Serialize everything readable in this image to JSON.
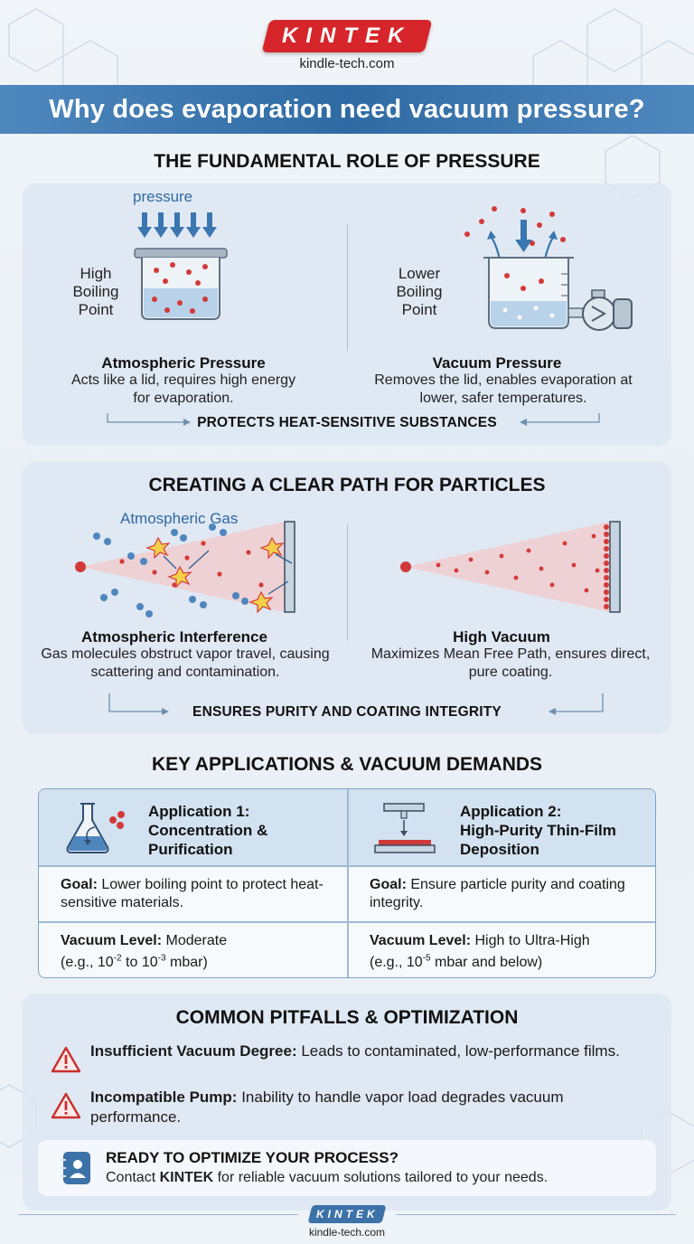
{
  "header": {
    "brand": "KINTEK",
    "site": "kindle-tech.com",
    "title": "Why does evaporation need vacuum pressure?"
  },
  "pressure_section": {
    "title": "THE FUNDAMENTAL ROLE OF PRESSURE",
    "pressure_label": "pressure",
    "left": {
      "label": "High\nBoiling\nPoint",
      "heading": "Atmospheric Pressure",
      "desc": "Acts like a lid, requires high energy for evaporation."
    },
    "right": {
      "label": "Lower\nBoiling\nPoint",
      "heading": "Vacuum Pressure",
      "desc": "Removes the lid, enables evaporation at lower, safer temperatures."
    },
    "callout": "PROTECTS HEAT-SENSITIVE SUBSTANCES"
  },
  "path_section": {
    "title": "CREATING A CLEAR PATH FOR PARTICLES",
    "gas_label": "Atmospheric Gas",
    "left": {
      "heading": "Atmospheric Interference",
      "desc": "Gas molecules obstruct vapor travel, causing scattering and contamination."
    },
    "right": {
      "heading": "High Vacuum",
      "desc": "Maximizes Mean Free Path, ensures direct, pure coating."
    },
    "callout": "ENSURES PURITY AND COATING INTEGRITY"
  },
  "applications": {
    "title": "KEY APPLICATIONS & VACUUM DEMANDS",
    "app1": {
      "heading": "Application 1:\nConcentration &\nPurification",
      "goal_label": "Goal:",
      "goal": " Lower boiling point to protect heat-sensitive materials.",
      "vac_label": "Vacuum Level:",
      "vac_value": " Moderate",
      "vac_detail_pre": "(e.g., 10",
      "vac_exp1": "-2",
      "vac_detail_mid": " to 10",
      "vac_exp2": "-3",
      "vac_detail_post": " mbar)"
    },
    "app2": {
      "heading": "Application 2:\nHigh-Purity Thin-Film\nDeposition",
      "goal_label": "Goal:",
      "goal": " Ensure particle purity and coating integrity.",
      "vac_label": "Vacuum Level:",
      "vac_value": " High to Ultra-High",
      "vac_detail_pre": "(e.g., 10",
      "vac_exp1": "-5",
      "vac_detail_post": " mbar and below)"
    }
  },
  "pitfalls": {
    "title": "COMMON PITFALLS & OPTIMIZATION",
    "items": [
      {
        "label": "Insufficient Vacuum Degree:",
        "text": " Leads to contaminated, low-performance films."
      },
      {
        "label": "Incompatible Pump:",
        "text": " Inability to handle vapor load degrades vacuum performance."
      }
    ]
  },
  "cta": {
    "heading": "READY TO OPTIMIZE YOUR PROCESS?",
    "pre": "Contact ",
    "brand": "KINTEK",
    "post": " for reliable vacuum solutions tailored to your needs."
  },
  "footer": {
    "brand": "KINTEK",
    "site": "kindle-tech.com"
  },
  "colors": {
    "accent_red": "#d6262b",
    "brand_blue": "#2f6aa3",
    "panel": "#dbe6f1"
  }
}
